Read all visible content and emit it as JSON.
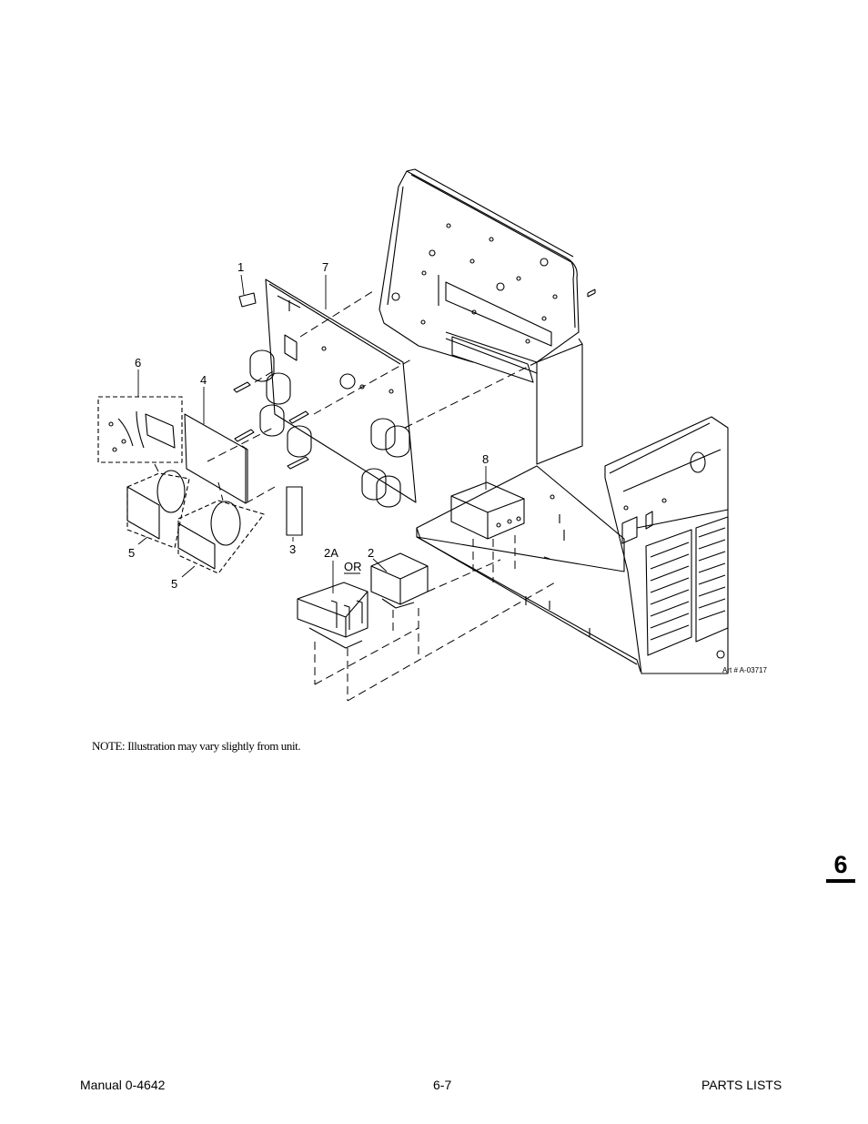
{
  "diagram": {
    "callouts": {
      "c1": "1",
      "c7": "7",
      "c6": "6",
      "c4": "4",
      "c8": "8",
      "c5a": "5",
      "c5b": "5",
      "c3": "3",
      "c2a": "2A",
      "c2": "2",
      "or": "OR"
    },
    "art_number": "Art # A-03717"
  },
  "note": "NOTE: Illustration may vary slightly from unit.",
  "section_tab": "6",
  "footer": {
    "left": "Manual 0-4642",
    "center": "6-7",
    "right": "PARTS LISTS"
  }
}
